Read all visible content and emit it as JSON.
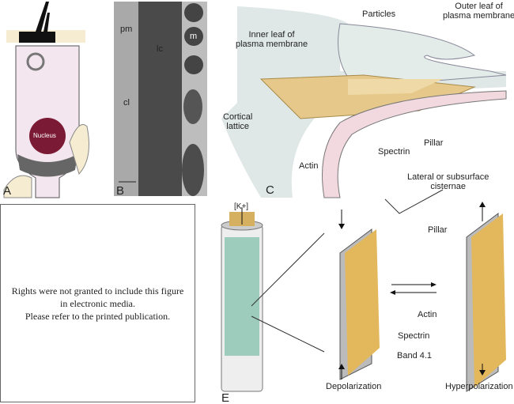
{
  "panel_a": {
    "letter": "A",
    "nucleus_label": "Nucleus"
  },
  "panel_b": {
    "letter": "B",
    "labels": {
      "pm": "pm",
      "lc": "lc",
      "m": "m",
      "cl": "cl"
    }
  },
  "panel_c": {
    "letter": "C",
    "labels": {
      "inner_leaf": [
        "Inner leaf of",
        "plasma membrane"
      ],
      "particles": "Particles",
      "outer_leaf": [
        "Outer leaf of",
        "plasma membrane"
      ],
      "cortical_lattice": [
        "Cortical",
        "lattice"
      ],
      "pillar": "Pillar",
      "spectrin": "Spectrin",
      "actin": "Actin",
      "cisternae": [
        "Lateral or subsurface",
        "cisternae"
      ]
    }
  },
  "rights_notice": [
    "Rights were not granted to include this figure",
    "in electronic media.",
    "Please refer to the printed publication."
  ],
  "panel_e": {
    "letter": "E",
    "ion_label": "[K+]",
    "depolarization": "Depolarization",
    "hyperpolarization": "Hyperpolarization",
    "labels": {
      "pillar": "Pillar",
      "actin": "Actin",
      "spectrin": "Spectrin",
      "band41": "Band 4.1"
    }
  },
  "colors": {
    "nucleus": "#7a1a35",
    "cytoplasm": "#f3e6ee",
    "lattice": "#e6c98a",
    "membrane": "#dfe8e6",
    "actin_green": "#6fae98",
    "em_gray": "#777"
  }
}
